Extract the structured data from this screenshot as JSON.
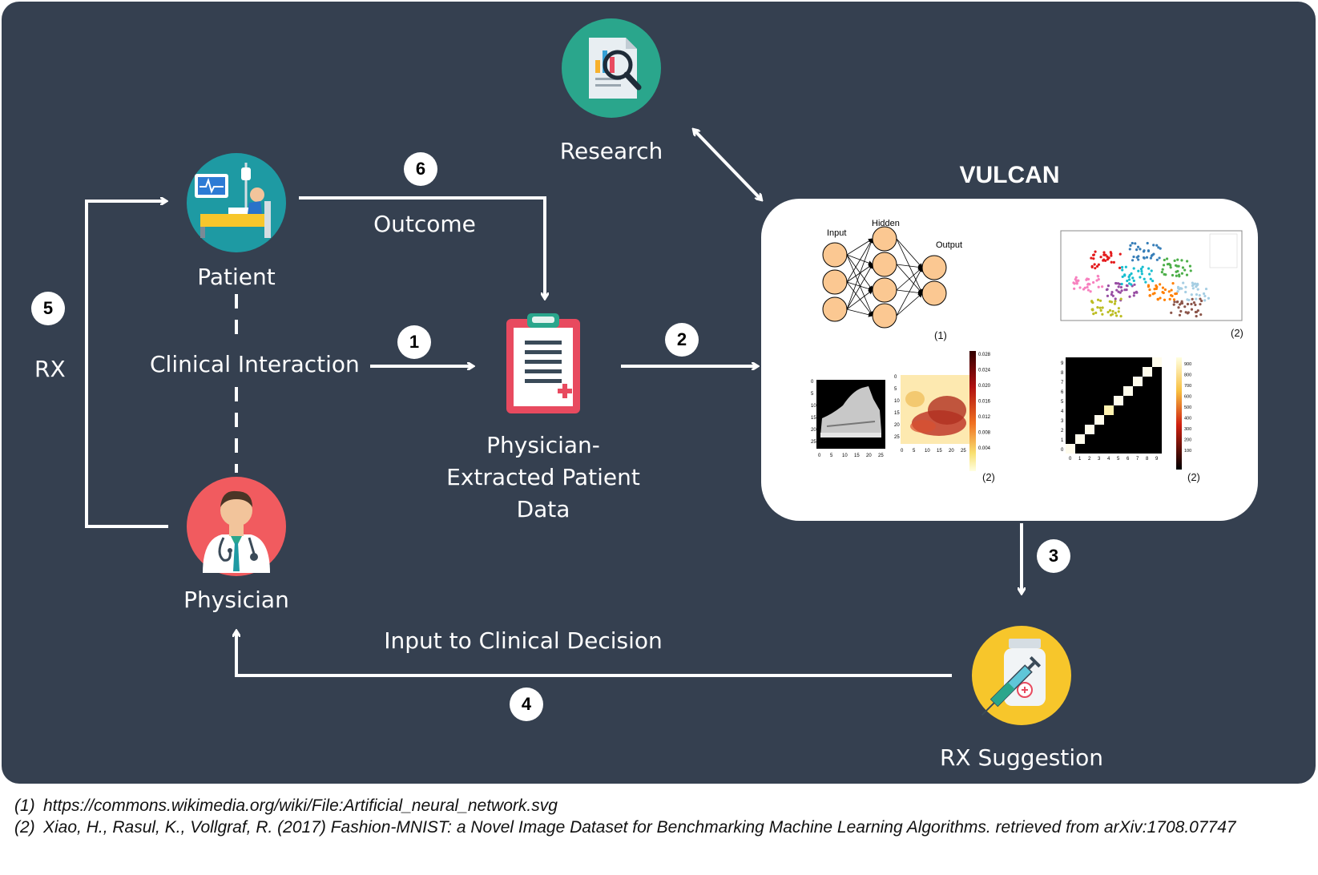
{
  "nodes": {
    "research": {
      "label": "Research"
    },
    "patient": {
      "label": "Patient"
    },
    "physician": {
      "label": "Physician"
    },
    "patient_data": {
      "label_lines": [
        "Physician-",
        "Extracted Patient",
        "Data"
      ]
    },
    "rx_suggestion": {
      "label": "RX Suggestion"
    }
  },
  "vulcan": {
    "title": "VULCAN",
    "nn_figure": {
      "input_label": "Input",
      "hidden_label": "Hidden",
      "output_label": "Output",
      "ref_tag": "(1)"
    },
    "tsne_figure": {
      "ref_tag": "(2)"
    },
    "sneaker_figure": {
      "ref_tag": "(2)",
      "axis_ticks": [
        "0",
        "5",
        "10",
        "15",
        "20",
        "25"
      ],
      "colorbar_ticks": [
        "0.028",
        "0.024",
        "0.020",
        "0.016",
        "0.012",
        "0.008",
        "0.004"
      ]
    },
    "confusion_figure": {
      "ref_tag": "(2)",
      "axis_ticks": [
        "0",
        "1",
        "2",
        "3",
        "4",
        "5",
        "6",
        "7",
        "8",
        "9"
      ],
      "colorbar_ticks": [
        "900",
        "800",
        "700",
        "600",
        "500",
        "400",
        "300",
        "200",
        "100"
      ]
    }
  },
  "edges": {
    "clinical_interaction": "Clinical Interaction",
    "outcome": "Outcome",
    "rx": "RX",
    "input_to_decision": "Input to Clinical Decision"
  },
  "steps": [
    "1",
    "2",
    "3",
    "4",
    "5",
    "6"
  ],
  "references": [
    {
      "num": "(1)",
      "text": "https://commons.wikimedia.org/wiki/File:Artificial_neural_network.svg"
    },
    {
      "num": "(2)",
      "text": "Xiao, H., Rasul, K., Vollgraf, R. (2017) Fashion-MNIST: a Novel Image Dataset for Benchmarking Machine Learning Algorithms. retrieved from arXiv:1708.07747"
    }
  ],
  "colors": {
    "background": "#354050",
    "research_circle": "#2aa68c",
    "patient_circle": "#1e9aa3",
    "physician_circle": "#f15b5f",
    "rx_circle": "#f7c62b",
    "clipboard_red": "#e84a5f",
    "neuron": "#fbc892"
  }
}
